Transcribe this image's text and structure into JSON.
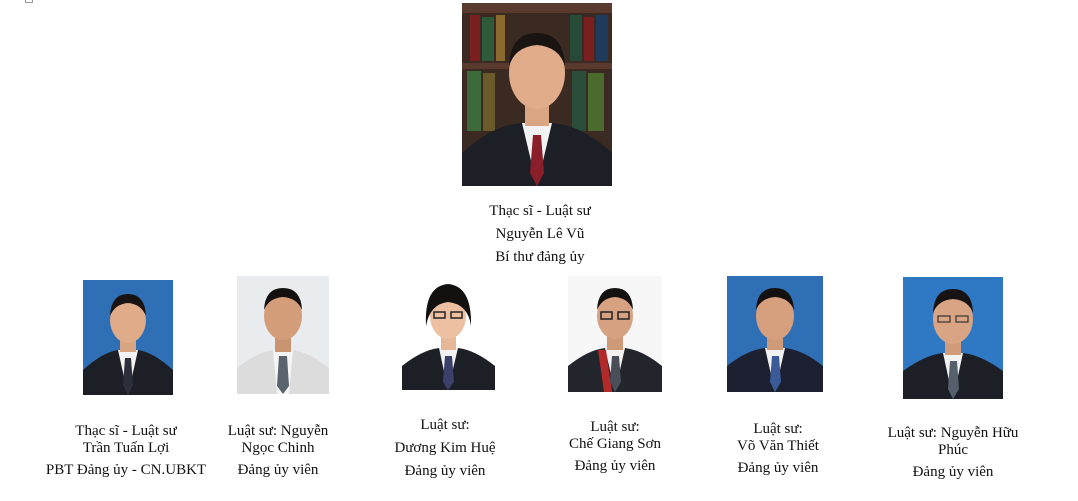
{
  "leader": {
    "title_line": "Thạc sĩ - Luật sư",
    "name": "Nguyễn Lê Vũ",
    "role": "Bí thư đảng ủy"
  },
  "members": [
    {
      "name_lines": [
        "Thạc sĩ - Luật sư",
        "Trần Tuấn Lợi"
      ],
      "role": "PBT Đảng ủy - CN.UBKT"
    },
    {
      "name_lines": [
        "Luật sư: Nguyễn",
        "Ngọc Chinh"
      ],
      "role": "Đảng ủy viên"
    },
    {
      "name_lines": [
        "Luật sư:",
        "Dương Kim Huệ"
      ],
      "role": "Đảng ủy viên"
    },
    {
      "name_lines": [
        "Luật sư:",
        "Chế Giang Sơn"
      ],
      "role": "Đảng ủy viên"
    },
    {
      "name_lines": [
        "Luật sư:",
        "Võ Văn Thiết"
      ],
      "role": "Đảng ủy viên"
    },
    {
      "name_lines": [
        "Luật sư: Nguyễn Hữu",
        "Phúc"
      ],
      "role": "Đảng ủy viên"
    }
  ],
  "colors": {
    "portrait_blue": "#2f6fb5",
    "portrait_white": "#e9ecef",
    "suit_dark": "#1c1f26",
    "bookshelf": "#3a2a22"
  }
}
